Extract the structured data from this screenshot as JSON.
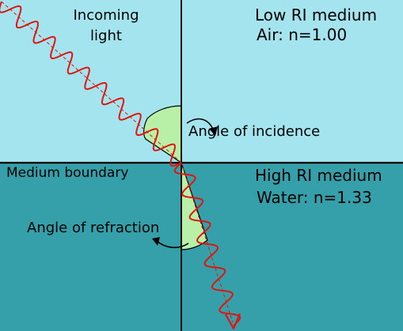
{
  "colors": {
    "air": "#a3e4ee",
    "water": "#36a0aa",
    "wave": "#e0150f",
    "angle_fill": "#b8f0a8",
    "line": "#000000"
  },
  "labels": {
    "incoming_line1": "Incoming",
    "incoming_line2": "light",
    "low_ri_title": "Low RI medium",
    "air": "Air: n=1.00",
    "angle_incidence": "Angle of incidence",
    "boundary": "Medium boundary",
    "high_ri_title": "High RI medium",
    "water": "Water: n=1.33",
    "angle_refraction": "Angle of refraction"
  }
}
